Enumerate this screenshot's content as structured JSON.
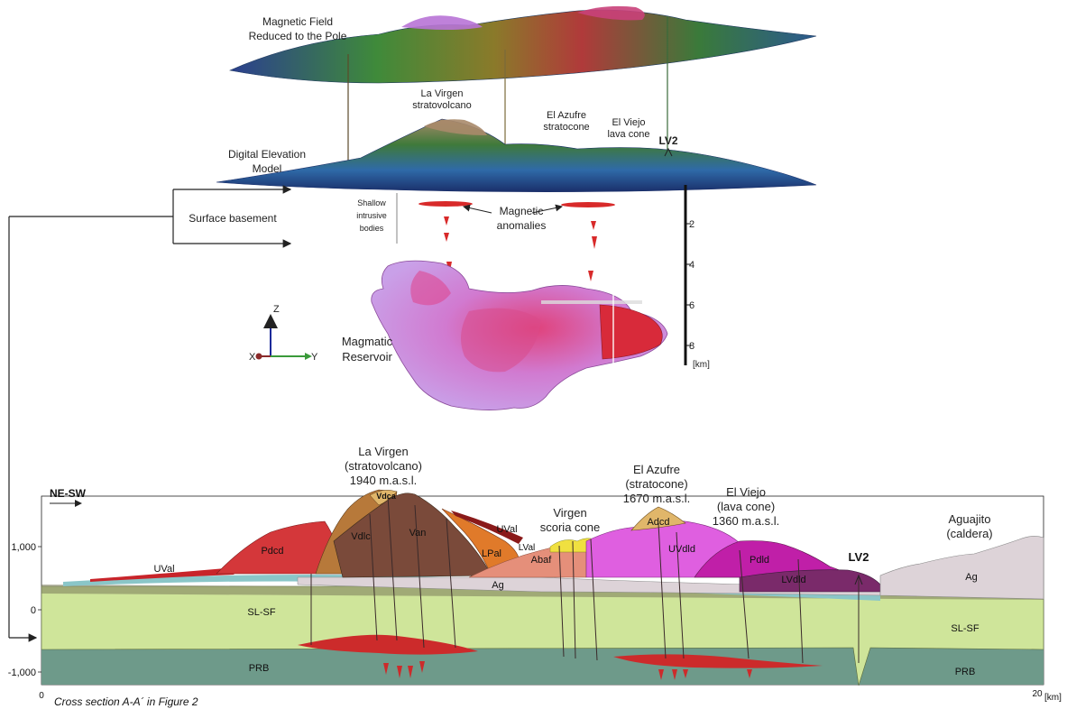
{
  "top_block": {
    "mag_field_line1": "Magnetic Field",
    "mag_field_line2": "Reduced to the Pole",
    "dem_line1": "Digital Elevation",
    "dem_line2": "Model",
    "la_virgen_line1": "La Virgen",
    "la_virgen_line2": "stratovolcano",
    "el_azufre_line1": "El Azufre",
    "el_azufre_line2": "stratocone",
    "el_viejo_line1": "El Viejo",
    "el_viejo_line2": "lava cone",
    "lv2": "LV2",
    "surface_basement": "Surface basement",
    "shallow_line1": "Shallow",
    "shallow_line2": "intrusive",
    "shallow_line3": "bodies",
    "mag_anom_line1": "Magnetic",
    "mag_anom_line2": "anomalies",
    "reservoir_line1": "Magmatic",
    "reservoir_line2": "Reservoir",
    "axis_z": "Z",
    "axis_x": "X",
    "axis_y": "Y",
    "scale_ticks": [
      "2",
      "4",
      "6",
      "8"
    ],
    "scale_unit": "[km]"
  },
  "cross_section": {
    "orientation": "NE-SW",
    "y_ticks": [
      "1,000",
      "0",
      "-1,000"
    ],
    "x_ticks": [
      "0",
      "20"
    ],
    "x_unit": "[km]",
    "caption": "Cross section A-A´ in Figure 2",
    "volcano_labels": {
      "la_virgen": [
        "La Virgen",
        "(stratovolcano)",
        "1940 m.a.s.l."
      ],
      "virgen_scoria": [
        "Virgen",
        "scoria cone"
      ],
      "el_azufre": [
        "El Azufre",
        "(stratocone)",
        "1670 m.a.s.l."
      ],
      "el_viejo": [
        "El Viejo",
        "(lava cone)",
        "1360 m.a.s.l."
      ],
      "aguajito": [
        "Aguajito",
        "(caldera)"
      ],
      "lv2": "LV2"
    },
    "unit_labels": {
      "uval_left": "UVal",
      "pdcd": "Pdcd",
      "vdlc": "Vdlc",
      "vdca": "Vdca",
      "van": "Van",
      "uval_right": "UVal",
      "lpal": "LPal",
      "lval": "LVal",
      "abaf": "Abaf",
      "ag_mid": "Ag",
      "adcd": "Adcd",
      "uvdld": "UVdld",
      "pdld": "Pdld",
      "lvdld": "LVdld",
      "ag_right": "Ag",
      "slsf_left": "SL-SF",
      "slsf_right": "SL-SF",
      "prb_left": "PRB",
      "prb_right": "PRB"
    }
  },
  "colors": {
    "slsf": "#cfe59a",
    "prb": "#6e9a8a",
    "ag": "#ddd3d8",
    "magma": "#cc2b2b",
    "reservoir": "#c98ae0",
    "reservoir_core": "#e0417a",
    "van": "#7a4a3a",
    "vdlc": "#b7793a",
    "lpal": "#e07a2a",
    "abaf": "#e58f7a",
    "uvdld": "#df5fe0",
    "pdld": "#c01fa8",
    "lvdld": "#7a2a6a",
    "adcd": "#e0b66a",
    "pdcd": "#d4373a"
  }
}
